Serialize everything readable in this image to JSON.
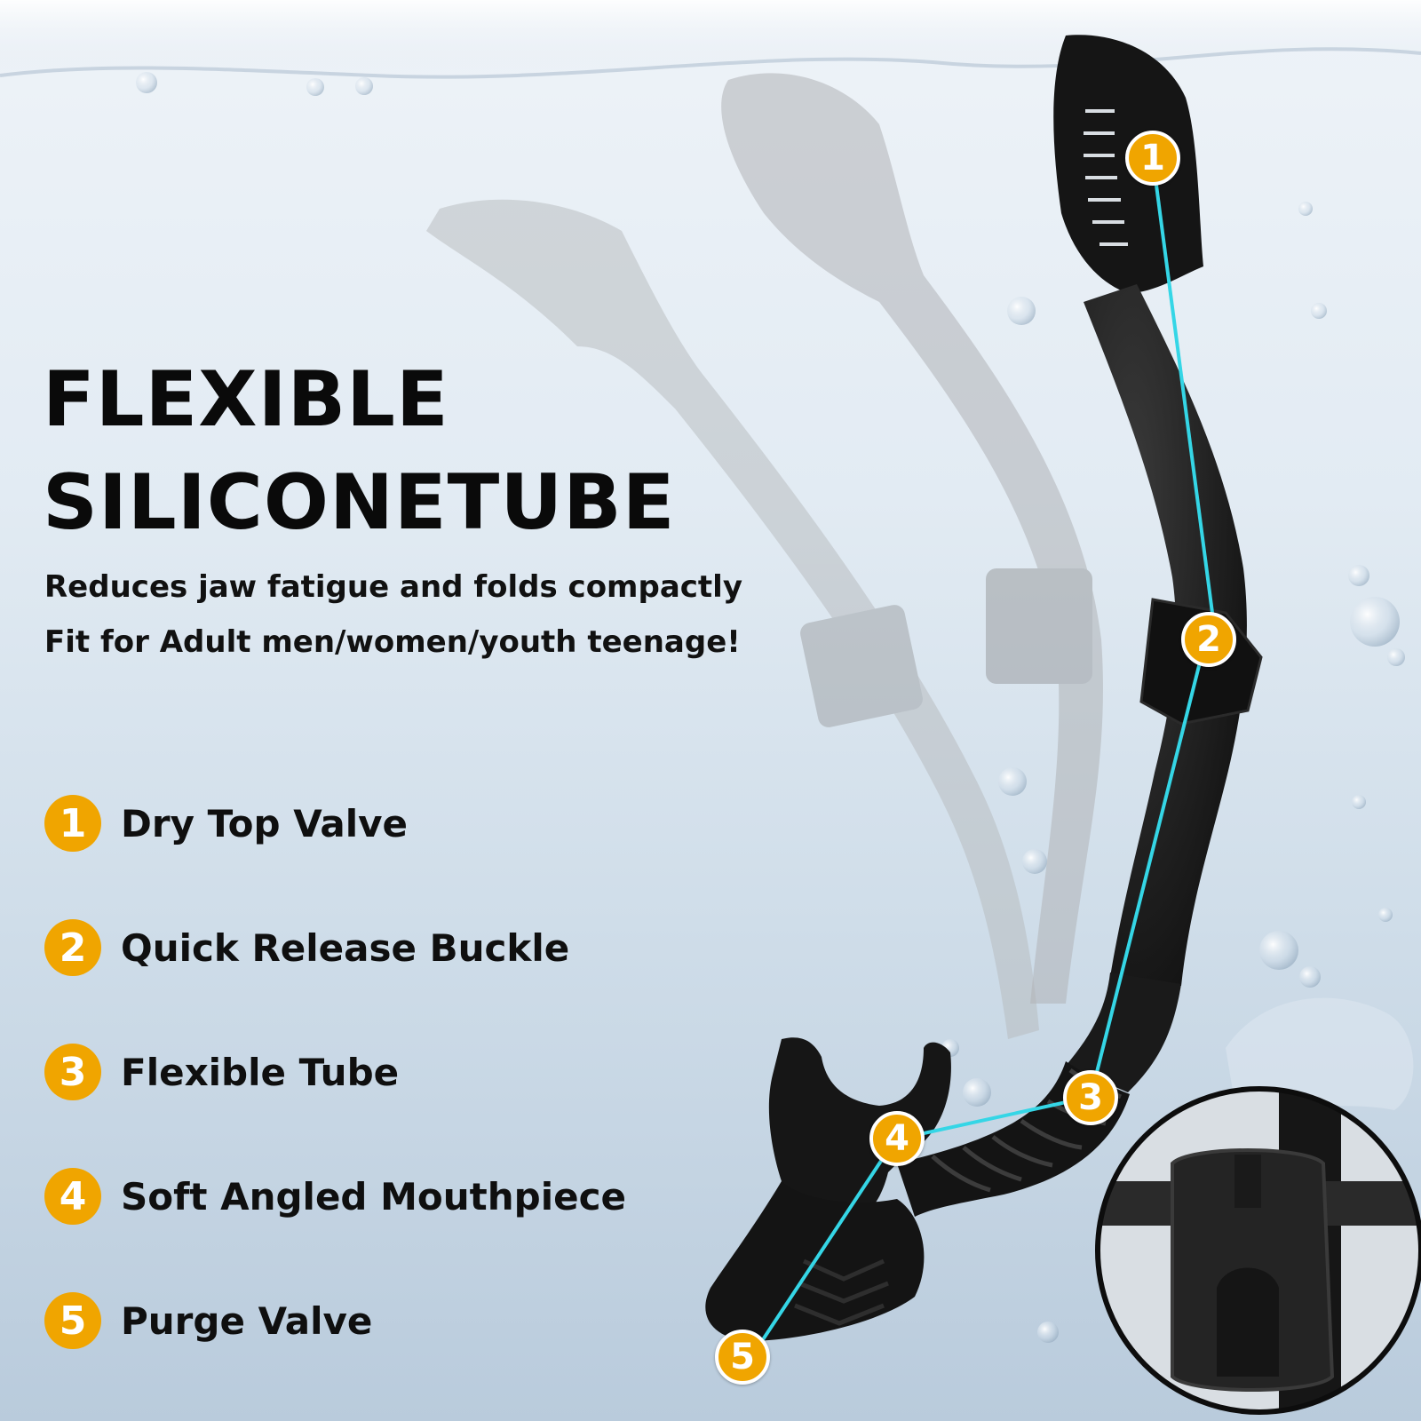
{
  "headline": {
    "line1": "FLEXIBLE",
    "line2": "SILICONETUBE"
  },
  "tagline": {
    "line1": "Reduces jaw fatigue and folds compactly",
    "line2": "Fit for Adult men/women/youth teenage!"
  },
  "features": [
    {
      "number": "1",
      "label": "Dry Top Valve"
    },
    {
      "number": "2",
      "label": "Quick Release Buckle"
    },
    {
      "number": "3",
      "label": "Flexible Tube"
    },
    {
      "number": "4",
      "label": "Soft Angled Mouthpiece"
    },
    {
      "number": "5",
      "label": "Purge Valve"
    }
  ],
  "callouts": [
    "1",
    "2",
    "3",
    "4",
    "5"
  ],
  "colors": {
    "badge": "#f0a500",
    "leader_line": "#35d6e6",
    "snorkel": "#141414",
    "ghost_snorkel": "#a9adb1",
    "headline_text": "#0a0a0a"
  }
}
